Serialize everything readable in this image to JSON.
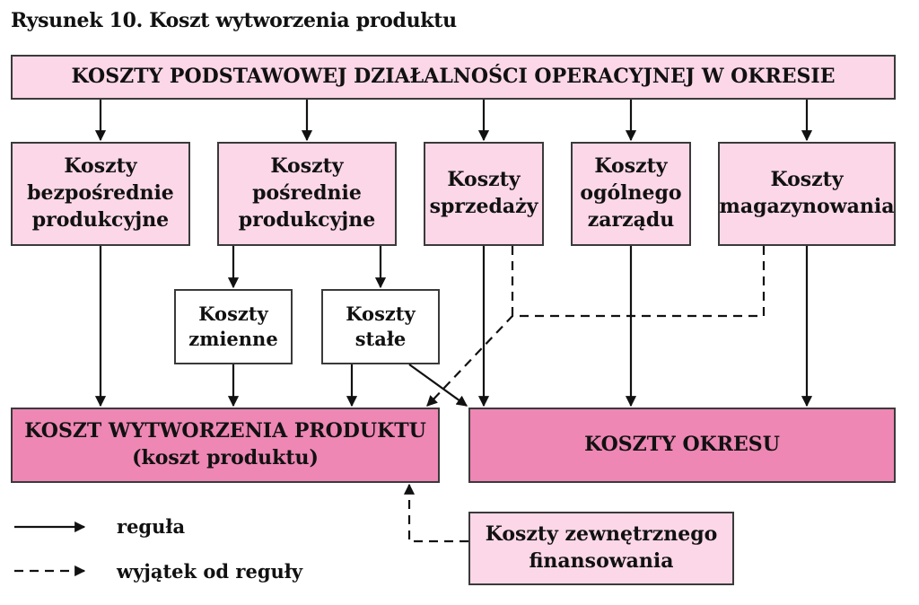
{
  "figure_title": "Rysunek 10. Koszt wytworzenia produktu",
  "top_box": "KOSZTY PODSTAWOWEJ DZIAŁALNOŚCI OPERACYJNEJ W OKRESIE",
  "categories": {
    "direct": "Koszty\nbezpośrednie\nprodukcyjne",
    "indirect": "Koszty\npośrednie\nprodukcyjne",
    "sales": "Koszty\nsprzedaży",
    "admin": "Koszty\nogólnego\nzarządu",
    "storage": "Koszty\nmagazynowania"
  },
  "sub_boxes": {
    "variable": "Koszty\nzmienne",
    "fixed": "Koszty\nstałe"
  },
  "result_boxes": {
    "product_cost": "KOSZT WYTWORZENIA PRODUKTU\n(koszt produktu)",
    "period_cost": "KOSZTY OKRESU"
  },
  "external_financing": "Koszty zewnętrznego\nfinansowania",
  "legend": {
    "rule": "reguła",
    "exception": "wyjątek od reguły"
  },
  "colors": {
    "light_pink": "#fbd7e7",
    "dark_pink": "#ee87b4",
    "stroke": "#3a3a3a"
  }
}
